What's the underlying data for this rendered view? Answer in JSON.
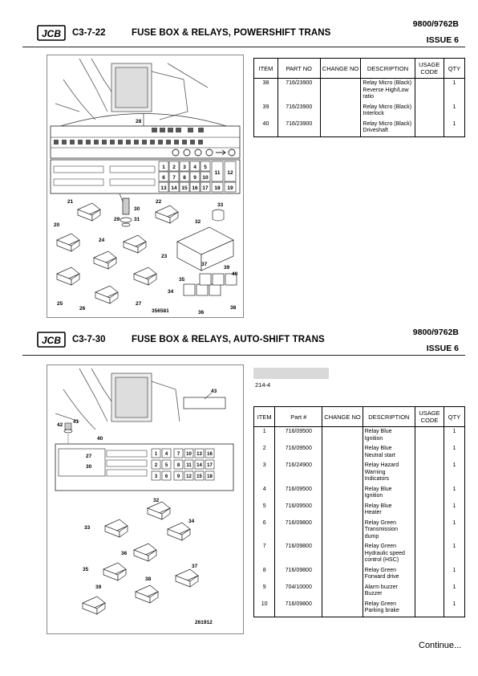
{
  "brand": "JCB",
  "sections": [
    {
      "code": "C3-7-22",
      "title": "FUSE BOX & RELAYS, POWERSHIFT TRANS",
      "doc_no": "9800/9762B",
      "issue": "ISSUE 6",
      "figure_no": "356581",
      "callouts": [
        "20",
        "21",
        "22",
        "23",
        "24",
        "25",
        "26",
        "27",
        "28",
        "29",
        "30",
        "31",
        "32",
        "33",
        "34",
        "35",
        "36",
        "37",
        "38",
        "39",
        "40"
      ],
      "fuse_numbers": [
        "1",
        "2",
        "3",
        "4",
        "5",
        "6",
        "7",
        "8",
        "9",
        "10",
        "11",
        "12",
        "13",
        "14",
        "15",
        "16",
        "17",
        "18",
        "19"
      ],
      "headers": [
        "ITEM",
        "PART NO",
        "CHANGE NO",
        "DESCRIPTION",
        "USAGE CODE",
        "QTY"
      ],
      "rows": [
        {
          "item": "38",
          "part": "716/23900",
          "change": "",
          "desc": [
            "Relay Micro (Black)",
            "Reverse High/Low",
            "ratio"
          ],
          "usage": "",
          "qty": "1"
        },
        {
          "item": "39",
          "part": "716/23900",
          "change": "",
          "desc": [
            "Relay Micro (Black)",
            "Interlock"
          ],
          "usage": "",
          "qty": "1"
        },
        {
          "item": "40",
          "part": "716/23900",
          "change": "",
          "desc": [
            "Relay Micro (Black)",
            "Driveshaft"
          ],
          "usage": "",
          "qty": "1"
        }
      ]
    },
    {
      "code": "C3-7-30",
      "title": "FUSE BOX & RELAYS, AUTO-SHIFT TRANS",
      "doc_no": "9800/9762B",
      "issue": "ISSUE 6",
      "figure_no": "261912",
      "ref": "214-4",
      "callouts": [
        "27",
        "30",
        "32",
        "33",
        "34",
        "35",
        "36",
        "37",
        "38",
        "39",
        "40",
        "41",
        "42",
        "43"
      ],
      "fuse_numbers": [
        "1",
        "2",
        "3",
        "4",
        "5",
        "6",
        "7",
        "8",
        "9",
        "10",
        "11",
        "12",
        "13",
        "14",
        "15",
        "16",
        "17",
        "18"
      ],
      "headers": [
        "ITEM",
        "Part #",
        "CHANGE NO",
        "DESCRIPTION",
        "USAGE CODE",
        "QTY"
      ],
      "rows": [
        {
          "item": "1",
          "part": "716/09500",
          "change": "",
          "desc": [
            "Relay Blue",
            "Ignition"
          ],
          "usage": "",
          "qty": "1"
        },
        {
          "item": "2",
          "part": "716/09500",
          "change": "",
          "desc": [
            "Relay Blue",
            "Neutral start"
          ],
          "usage": "",
          "qty": "1"
        },
        {
          "item": "3",
          "part": "716/24900",
          "change": "",
          "desc": [
            "Relay Hazard",
            "Warning",
            "Indicators"
          ],
          "usage": "",
          "qty": "1"
        },
        {
          "item": "4",
          "part": "716/09500",
          "change": "",
          "desc": [
            "Relay Blue",
            "Ignition"
          ],
          "usage": "",
          "qty": "1"
        },
        {
          "item": "5",
          "part": "716/09500",
          "change": "",
          "desc": [
            "Relay Blue",
            "Heater"
          ],
          "usage": "",
          "qty": "1"
        },
        {
          "item": "6",
          "part": "716/09800",
          "change": "",
          "desc": [
            "Relay Green",
            "Transmission dump"
          ],
          "usage": "",
          "qty": "1"
        },
        {
          "item": "7",
          "part": "716/09800",
          "change": "",
          "desc": [
            "Relay Green",
            "Hydraulic speed",
            "control (HSC)"
          ],
          "usage": "",
          "qty": "1"
        },
        {
          "item": "8",
          "part": "716/09800",
          "change": "",
          "desc": [
            "Relay Green",
            "Forward drive"
          ],
          "usage": "",
          "qty": "1"
        },
        {
          "item": "9",
          "part": "704/10000",
          "change": "",
          "desc": [
            "Alarm buzzer",
            "Buzzer"
          ],
          "usage": "",
          "qty": "1"
        },
        {
          "item": "10",
          "part": "716/09800",
          "change": "",
          "desc": [
            "Relay Green",
            "Parking brake"
          ],
          "usage": "",
          "qty": "1"
        }
      ]
    }
  ],
  "footer": "Continue..."
}
